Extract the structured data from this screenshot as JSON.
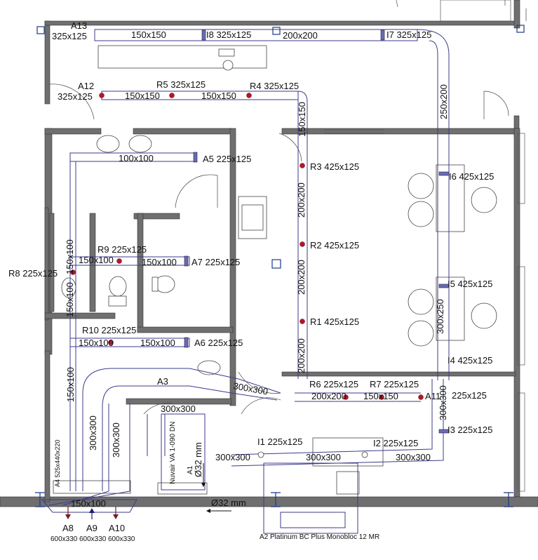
{
  "labels": {
    "a13": "A13",
    "a13_size": "325x125",
    "d1": "150x150",
    "i8": "I8 325x125",
    "d2": "200x200",
    "i7": "I7 325x125",
    "a12": "A12",
    "a12_size": "325x125",
    "r5": "R5 325x125",
    "d3": "150x150",
    "d4": "150x150",
    "r4": "R4 325x125",
    "d_150_150_v": "150x150",
    "d_250_200_v": "250x200",
    "d5": "100x100",
    "a5": "A5 225x125",
    "r3": "R3 425x125",
    "i6": "I6 425x125",
    "d_200_200_v1": "200x200",
    "r2": "R2 425x125",
    "r9": "R9 225x125",
    "r8": "R8 225x125",
    "d6": "150x100",
    "d7": "150x100",
    "a7": "A7 225x125",
    "d_150_100_v1": "150x100",
    "d_150_100_v2": "150x100",
    "d_200_200_v2": "200x200",
    "i5": "I5 425x125",
    "r1": "R1 425x125",
    "d_300_250_v": "300x250",
    "r10": "R10 225x125",
    "d8": "150x100",
    "d9": "150x100",
    "a6": "A6 225x125",
    "d_200_200_v3": "200x200",
    "i4": "I4 425x125",
    "a3": "A3",
    "d_300_300_diag": "300x300",
    "r6": "R6 225x125",
    "r7": "R7 225x125",
    "d10": "200x200",
    "d11": "150x150",
    "a11": "A11",
    "a11_size": "225x125",
    "d12": "300x300",
    "d_150_100_v3": "150x100",
    "d_300_300_v1": "300x300",
    "d_300_300_v2": "300x300",
    "d_300_300_v3": "300x300",
    "i3": "I3 225x125",
    "unit_label": "Nuvair VA 1-090 DN",
    "unit_a1": "A1",
    "pipe_v": "Ø32 mm",
    "pipe_h": "Ø32 mm",
    "i1": "I1 225x125",
    "i2": "I2 225x125",
    "d13": "300x300",
    "d14": "300x300",
    "d15": "300x300",
    "a4": "A4 525x440x220",
    "d16": "150x100",
    "a8": "A8",
    "a8_size": "600x330",
    "a9": "A9",
    "a9_size": "600x330",
    "a10": "A10",
    "a10_size": "600x330",
    "a2": "A2 Platinum BC Plus Monobloc 12 MR"
  }
}
